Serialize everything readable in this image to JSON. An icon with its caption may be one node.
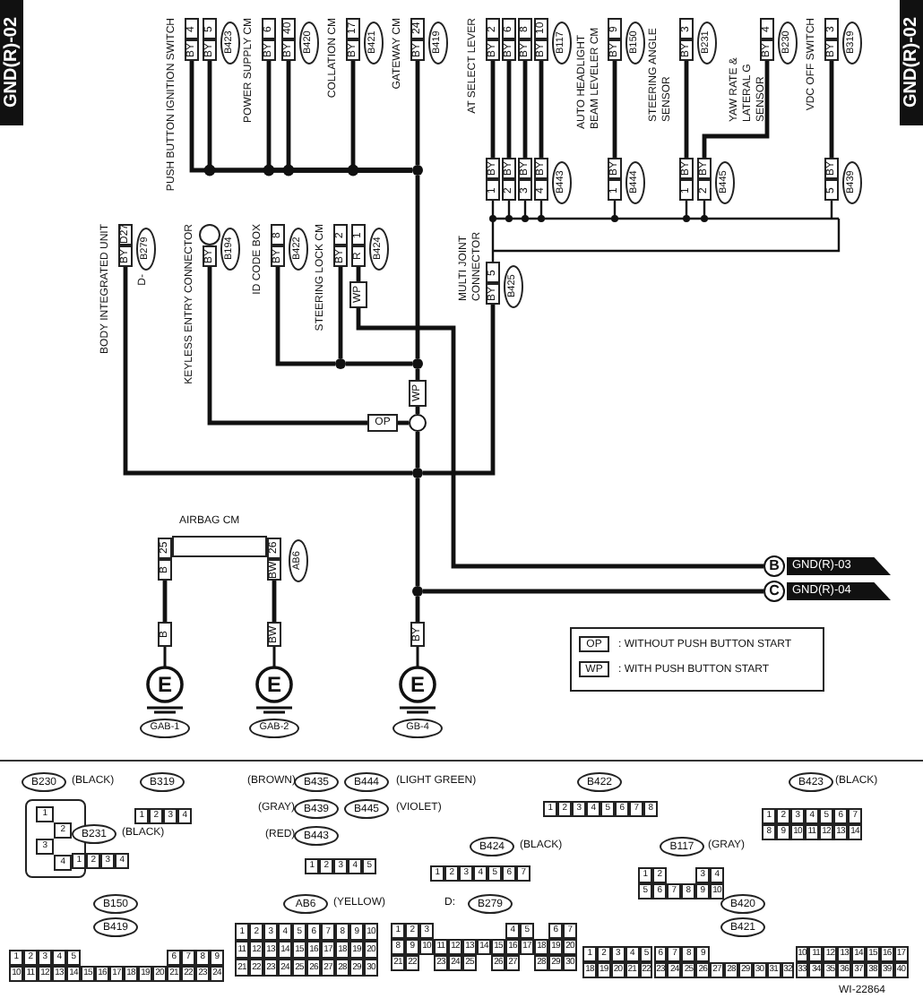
{
  "diagram": {
    "nodes": [
      {
        "text": [
          "PUSH BUTTON IGNITION SWITCH"
        ],
        "beside": [
          "B423",
          "BY",
          "4",
          "BY",
          "5"
        ]
      },
      {
        "text": [
          "POWER SUPPLY CM"
        ],
        "beside": [
          "B420",
          "BY",
          "6",
          "BY",
          "40"
        ]
      },
      {
        "text": [
          "COLLATION CM"
        ],
        "beside": [
          "B421",
          "BY",
          "17"
        ]
      },
      {
        "text": [
          "GATEWAY CM"
        ],
        "beside": [
          "B419",
          "BY",
          "24"
        ]
      },
      {
        "text": [
          "AT SELECT LEVER"
        ],
        "beside": [
          "B117",
          "BY",
          "2",
          "BY",
          "6",
          "BY",
          "8",
          "BY",
          "10"
        ]
      },
      {
        "text": [
          "AUTO HEADLIGHT BEAM LEVELER CM"
        ],
        "beside": [
          "B150",
          "BY",
          "9"
        ]
      },
      {
        "text": [
          "STEERING ANGLE SENSOR"
        ],
        "beside": [
          "B231",
          "BY",
          "3"
        ]
      },
      {
        "text": [
          "YAW RATE & LATERAL G SENSOR"
        ],
        "beside": [
          "B230",
          "BY",
          "4"
        ]
      },
      {
        "text": [
          "VDC OFF SWITCH"
        ],
        "beside": [
          "B319",
          "BY",
          "3"
        ]
      },
      {
        "text": [
          "MULTI JOINT CONNECTOR"
        ]
      },
      {
        "text": [
          "BY",
          "1",
          "BY",
          "2",
          "BY",
          "3",
          "BY",
          "4"
        ],
        "beside": [
          "B443"
        ]
      },
      {
        "text": [
          "BY",
          "1"
        ],
        "beside": [
          "B444"
        ]
      },
      {
        "text": [
          "BY",
          "1",
          "BY",
          "2"
        ],
        "beside": [
          "B445"
        ]
      },
      {
        "text": [
          "BY",
          "5"
        ],
        "beside": [
          "B439"
        ]
      },
      {
        "text": [
          "BY",
          "5"
        ],
        "beside": [
          "B425"
        ]
      },
      {
        "text": [
          "BODY INTEGRATED UNIT"
        ],
        "beside": [
          "D-",
          "B279",
          "BY",
          "D27"
        ]
      },
      {
        "text": [
          "KEYLESS ENTRY CONNECTOR"
        ],
        "beside": [
          "B194",
          "BY"
        ]
      },
      {
        "text": [
          "ID CODE BOX"
        ],
        "beside": [
          "B422",
          "BY",
          "8"
        ]
      },
      {
        "text": [
          "STEERING LOCK CM"
        ],
        "beside": [
          "B424",
          "BY",
          "2",
          "R",
          "1"
        ]
      },
      {
        "text": [
          "AIRBAG CM"
        ],
        "beside": [
          "AB6",
          "B",
          "25",
          "BW",
          "26"
        ]
      },
      {
        "text": [
          "WP"
        ]
      },
      {
        "text": [
          "WP"
        ]
      },
      {
        "text": [
          "OP"
        ]
      },
      {
        "text": [
          "E"
        ],
        "beside": [
          "GAB-1",
          "B"
        ]
      },
      {
        "text": [
          "E"
        ],
        "beside": [
          "GAB-2",
          "BW"
        ]
      },
      {
        "text": [
          "E"
        ],
        "beside": [
          "GB-4",
          "BY"
        ]
      },
      {
        "text": [
          "B"
        ],
        "beside": [
          "GND(R)-03"
        ]
      },
      {
        "text": [
          "C"
        ],
        "beside": [
          "GND(R)-04"
        ]
      },
      {
        "text": [],
        "shape": "dot"
      },
      {
        "text": [],
        "shape": "dot"
      },
      {
        "text": [],
        "shape": "dot"
      },
      {
        "text": [],
        "shape": "circle"
      },
      {
        "text": [],
        "shape": "dot"
      },
      {
        "text": [],
        "shape": "dot"
      }
    ],
    "edges": [
      {
        "from": 0,
        "to": 28,
        "arrow": "none"
      },
      {
        "from": 0,
        "to": 28,
        "arrow": "none"
      },
      {
        "from": 1,
        "to": 28,
        "arrow": "none"
      },
      {
        "from": 1,
        "to": 28,
        "arrow": "none"
      },
      {
        "from": 2,
        "to": 28,
        "arrow": "none"
      },
      {
        "from": 3,
        "to": 28,
        "arrow": "none"
      },
      {
        "from": 28,
        "to": 30,
        "arrow": "none"
      },
      {
        "from": 17,
        "to": 29,
        "arrow": "none"
      },
      {
        "from": 18,
        "to": 29,
        "arrow": "none"
      },
      {
        "from": 29,
        "to": 30,
        "arrow": "none"
      },
      {
        "from": 30,
        "to": 21,
        "arrow": "none"
      },
      {
        "from": 21,
        "to": 31,
        "arrow": "none"
      },
      {
        "from": 16,
        "to": 22,
        "arrow": "none"
      },
      {
        "from": 22,
        "to": 31,
        "arrow": "none"
      },
      {
        "from": 31,
        "to": 32,
        "arrow": "none"
      },
      {
        "from": 15,
        "to": 32,
        "arrow": "none"
      },
      {
        "from": 14,
        "to": 32,
        "arrow": "none"
      },
      {
        "from": 32,
        "to": 33,
        "arrow": "none"
      },
      {
        "from": 33,
        "to": 27,
        "arrow": "none"
      },
      {
        "from": 33,
        "to": 25,
        "arrow": "none"
      },
      {
        "from": 18,
        "to": 20,
        "arrow": "none"
      },
      {
        "from": 20,
        "to": 26,
        "arrow": "none"
      },
      {
        "from": 4,
        "to": 10,
        "arrow": "none"
      },
      {
        "from": 4,
        "to": 10,
        "arrow": "none"
      },
      {
        "from": 4,
        "to": 10,
        "arrow": "none"
      },
      {
        "from": 4,
        "to": 10,
        "arrow": "none"
      },
      {
        "from": 5,
        "to": 11,
        "arrow": "none"
      },
      {
        "from": 6,
        "to": 12,
        "arrow": "none"
      },
      {
        "from": 7,
        "to": 12,
        "arrow": "none"
      },
      {
        "from": 8,
        "to": 13,
        "arrow": "none"
      },
      {
        "from": 19,
        "to": 23,
        "arrow": "none"
      },
      {
        "from": 19,
        "to": 24,
        "arrow": "none"
      }
    ],
    "labels": [
      "GND(R)-02",
      "GND(R)-02",
      "OP",
      "WP",
      "B230",
      "(BLACK)",
      "1",
      "2",
      "3",
      "4",
      "B319",
      "1",
      "2",
      "3",
      "4",
      "B231",
      "(BLACK)",
      "1",
      "2",
      "3",
      "4",
      "(BROWN)",
      "B435",
      "B444",
      "(LIGHT GREEN)",
      "(GRAY)",
      "B439",
      "B445",
      "(VIOLET)",
      "(RED)",
      "B443",
      "1",
      "2",
      "3",
      "4",
      "5",
      "B422",
      "1",
      "2",
      "3",
      "4",
      "5",
      "6",
      "7",
      "8",
      "B423",
      "(BLACK)",
      "1",
      "2",
      "3",
      "4",
      "5",
      "6",
      "7",
      "8",
      "9",
      "10",
      "11",
      "12",
      "13",
      "14",
      "B424",
      "(BLACK)",
      "1",
      "2",
      "3",
      "4",
      "5",
      "6",
      "7",
      "B117",
      "(GRAY)",
      "1",
      "2",
      "3",
      "4",
      "5",
      "6",
      "7",
      "8",
      "9",
      "10",
      "B150",
      "B419",
      "1",
      "2",
      "3",
      "4",
      "5",
      "6",
      "7",
      "8",
      "9",
      "10",
      "11",
      "12",
      "13",
      "14",
      "15",
      "16",
      "17",
      "18",
      "19",
      "20",
      "21",
      "22",
      "23",
      "24",
      "AB6",
      "(YELLOW)",
      "1",
      "2",
      "3",
      "4",
      "5",
      "6",
      "7",
      "8",
      "9",
      "10",
      "11",
      "12",
      "13",
      "14",
      "15",
      "16",
      "17",
      "18",
      "19",
      "20",
      "21",
      "22",
      "23",
      "24",
      "25",
      "26",
      "27",
      "28",
      "29",
      "30",
      "D:",
      "B279",
      "1",
      "2",
      "3",
      "4",
      "5",
      "6",
      "7",
      "8",
      "9",
      "10",
      "11",
      "12",
      "13",
      "14",
      "15",
      "16",
      "17",
      "18",
      "19",
      "20",
      "21",
      "22",
      "23",
      "24",
      "25",
      "26",
      "27",
      "28",
      "29",
      "30",
      "B420",
      "B421",
      "1",
      "2",
      "3",
      "4",
      "5",
      "6",
      "7",
      "8",
      "9",
      "10",
      "11",
      "12",
      "13",
      "14",
      "15",
      "16",
      "17",
      "18",
      "19",
      "20",
      "21",
      "22",
      "23",
      "24",
      "25",
      "26",
      "27",
      "28",
      "29",
      "30",
      "31",
      "32",
      "33",
      "34",
      "35",
      "36",
      "37",
      "38",
      "39",
      "40",
      "WI-22864"
    ],
    "legend": [
      {
        "text": ": WITHOUT PUSH BUTTON START"
      },
      {
        "text": ": WITH PUSH BUTTON START"
      }
    ]
  }
}
